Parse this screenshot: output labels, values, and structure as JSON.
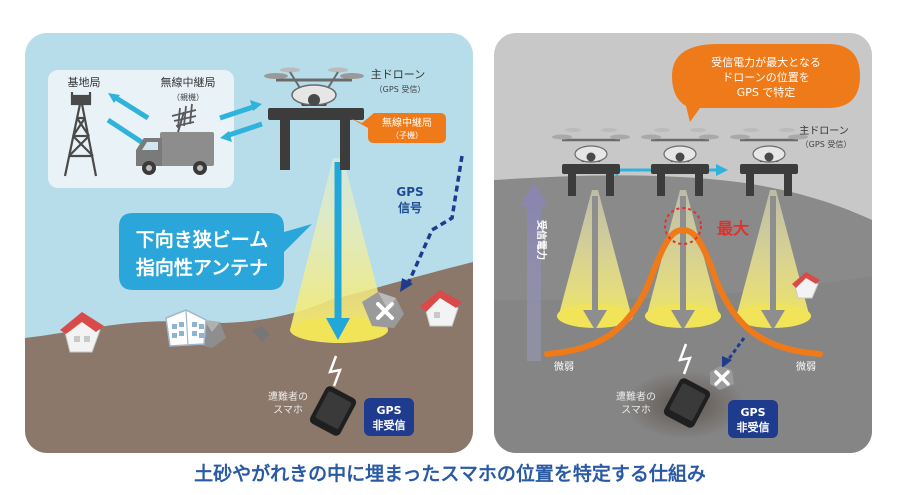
{
  "left_panel": {
    "base_station": "基地局",
    "vehicle_relay": "無線中継局",
    "vehicle_relay_sub": "（親機）",
    "drone_main": "主ドローン",
    "drone_main_sub": "（GPS 受信）",
    "drone_relay": "無線中継局",
    "drone_relay_sub": "（子機）",
    "gps_signal_line1": "GPS",
    "gps_signal_line2": "信号",
    "antenna_line1": "下向き狭ビーム",
    "antenna_line2": "指向性アンテナ",
    "phone_line1": "遭難者の",
    "phone_line2": "スマホ",
    "gps_badge_line1": "GPS",
    "gps_badge_line2": "非受信"
  },
  "right_panel": {
    "speech_line1": "受信電力が最大となる",
    "speech_line2": "ドローンの位置を",
    "speech_line3": "GPS で特定",
    "drone_main": "主ドローン",
    "drone_main_sub": "（GPS 受信）",
    "axis_label": "受信電力",
    "max_label": "最大",
    "weak_left": "微弱",
    "weak_right": "微弱",
    "phone_line1": "遭難者の",
    "phone_line2": "スマホ",
    "gps_badge_line1": "GPS",
    "gps_badge_line2": "非受信"
  },
  "caption": "土砂やがれきの中に埋まったスマホの位置を特定する仕組み",
  "colors": {
    "sky": "#b6dde9",
    "ground": "#8c776b",
    "right_panel": "#c8c8c8",
    "right_ground": "#8a8a8a",
    "beam": "#f6ee83",
    "beam_arrow": "#23a7d8",
    "orange": "#ef7a1a",
    "navy_badge": "#1f3b8e",
    "caption": "#2a5aa4",
    "max_red": "#e0322b"
  }
}
